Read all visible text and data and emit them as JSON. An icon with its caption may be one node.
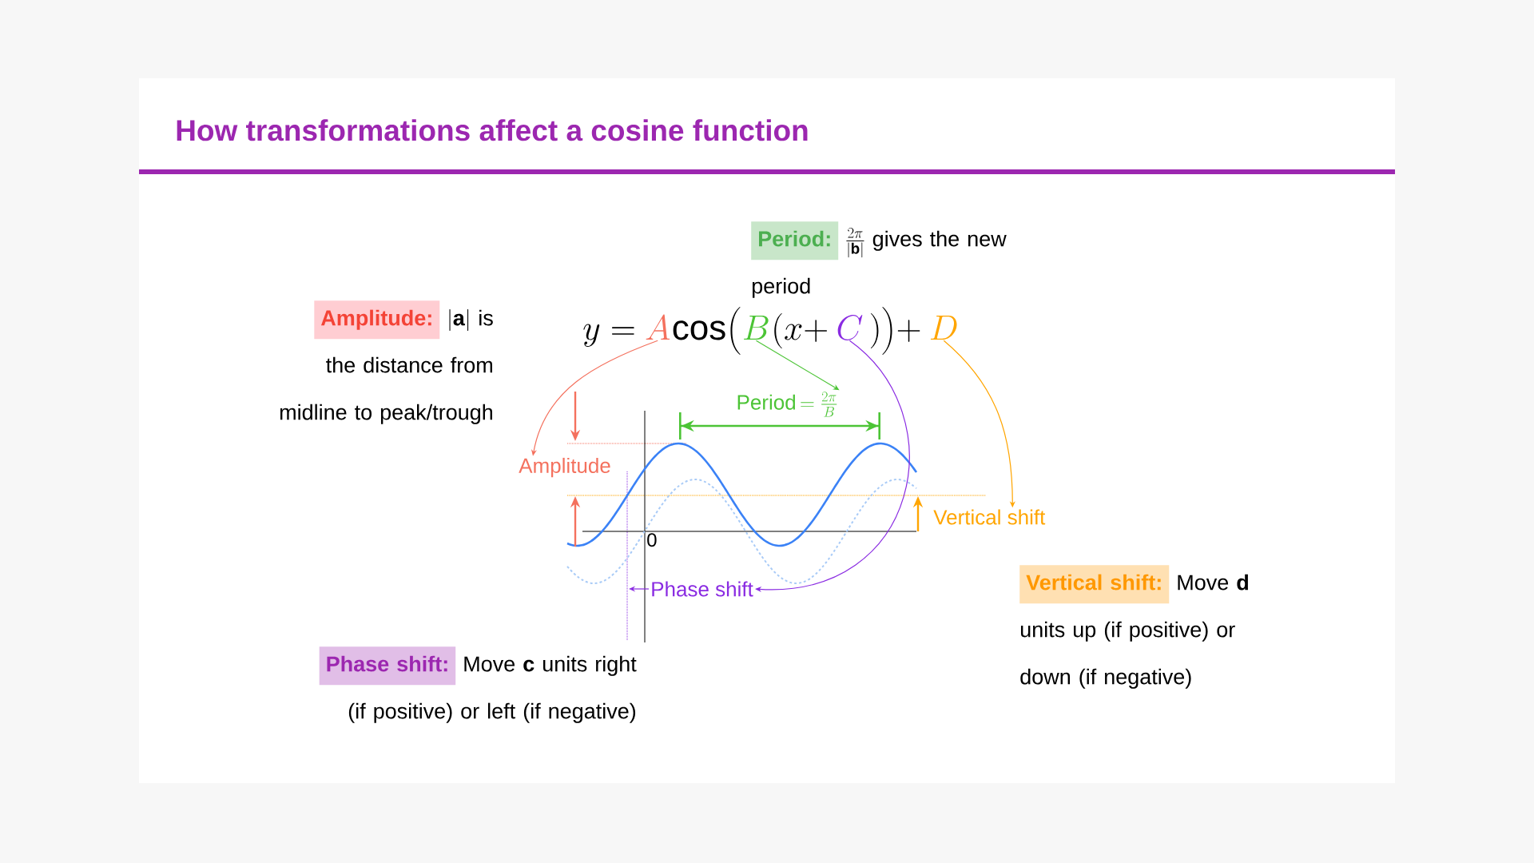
{
  "diagram": {
    "title": "How transformations affect a cosine function",
    "nodes": [
      {
        "text": [
          "Period:",
          "\\frac{2\\pi}{|\\mathbf{b}|}",
          "gives the new period"
        ]
      },
      {
        "text": [
          "Amplitude:",
          "|\\mathbf{a}|",
          "is the distance from midline to peak/trough"
        ]
      },
      {
        "text": [
          "A"
        ]
      },
      {
        "text": [
          "B"
        ]
      },
      {
        "text": [
          "C"
        ]
      },
      {
        "text": [
          "D"
        ]
      },
      {
        "text": [
          "Period",
          "= \\frac{2\\pi}{B}"
        ]
      },
      {
        "text": [
          "Amplitude"
        ]
      },
      {
        "text": [
          "Vertical shift"
        ]
      },
      {
        "text": [
          "Phase shift"
        ]
      },
      {
        "text": [
          "Vertical shift:",
          "Move **d** units up (if positive) or down (if negative)"
        ]
      },
      {
        "text": [
          "Phase shift:",
          "Move **c** units right (if positive) or left (if negative)"
        ]
      }
    ],
    "edges": [
      {
        "from": 2,
        "to": 7,
        "arrow": "to",
        "color": "#f4715e"
      },
      {
        "from": 3,
        "to": 6,
        "arrow": "to",
        "color": "#4cc436"
      },
      {
        "from": 4,
        "to": 9,
        "arrow": "to",
        "color": "#8a2be2"
      },
      {
        "from": 5,
        "to": 8,
        "arrow": "to",
        "color": "#ffa500"
      },
      {
        "from": 9,
        "to": null,
        "arrow": "to",
        "color": "#8a2be2"
      }
    ],
    "labels": [
      "y =",
      "\\cos\\bigl(",
      "(x +",
      ")\\bigr) +",
      "0"
    ]
  }
}
